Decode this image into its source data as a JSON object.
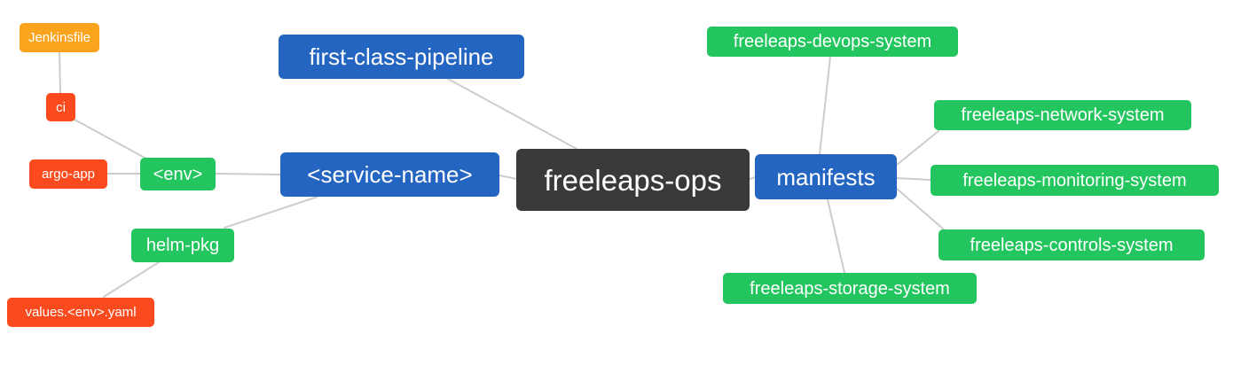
{
  "palette": {
    "blue": "#2465C2",
    "green": "#22C55E",
    "red": "#FB4B1E",
    "orange": "#FAA41E",
    "dark": "#3B3838",
    "edge_line": "#CCCCCC",
    "text": "#FFFFFF"
  },
  "diagram": {
    "type": "mindmap",
    "root_label": "freeleaps-ops"
  },
  "nodes": [
    {
      "id": "jenkinsfile",
      "label": "Jenkinsfile",
      "color": "orange"
    },
    {
      "id": "ci",
      "label": "ci",
      "color": "red"
    },
    {
      "id": "argo-app",
      "label": "argo-app",
      "color": "red"
    },
    {
      "id": "env",
      "label": "<env>",
      "color": "green"
    },
    {
      "id": "helm-pkg",
      "label": "helm-pkg",
      "color": "green"
    },
    {
      "id": "values-env-yaml",
      "label": "values.<env>.yaml",
      "color": "red"
    },
    {
      "id": "first-class-pipeline",
      "label": "first-class-pipeline",
      "color": "blue"
    },
    {
      "id": "service-name",
      "label": "<service-name>",
      "color": "blue"
    },
    {
      "id": "freeleaps-ops",
      "label": "freeleaps-ops",
      "color": "dark"
    },
    {
      "id": "manifests",
      "label": "manifests",
      "color": "blue"
    },
    {
      "id": "devops-system",
      "label": "freeleaps-devops-system",
      "color": "green"
    },
    {
      "id": "network-system",
      "label": "freeleaps-network-system",
      "color": "green"
    },
    {
      "id": "monitoring-system",
      "label": "freeleaps-monitoring-system",
      "color": "green"
    },
    {
      "id": "controls-system",
      "label": "freeleaps-controls-system",
      "color": "green"
    },
    {
      "id": "storage-system",
      "label": "freeleaps-storage-system",
      "color": "green"
    }
  ],
  "edges": [
    {
      "from": "jenkinsfile",
      "to": "ci"
    },
    {
      "from": "ci",
      "to": "env"
    },
    {
      "from": "argo-app",
      "to": "env"
    },
    {
      "from": "env",
      "to": "service-name"
    },
    {
      "from": "helm-pkg",
      "to": "service-name"
    },
    {
      "from": "values-env-yaml",
      "to": "helm-pkg"
    },
    {
      "from": "first-class-pipeline",
      "to": "freeleaps-ops"
    },
    {
      "from": "service-name",
      "to": "freeleaps-ops"
    },
    {
      "from": "freeleaps-ops",
      "to": "manifests"
    },
    {
      "from": "manifests",
      "to": "devops-system"
    },
    {
      "from": "manifests",
      "to": "network-system"
    },
    {
      "from": "manifests",
      "to": "monitoring-system"
    },
    {
      "from": "manifests",
      "to": "controls-system"
    },
    {
      "from": "manifests",
      "to": "storage-system"
    }
  ]
}
